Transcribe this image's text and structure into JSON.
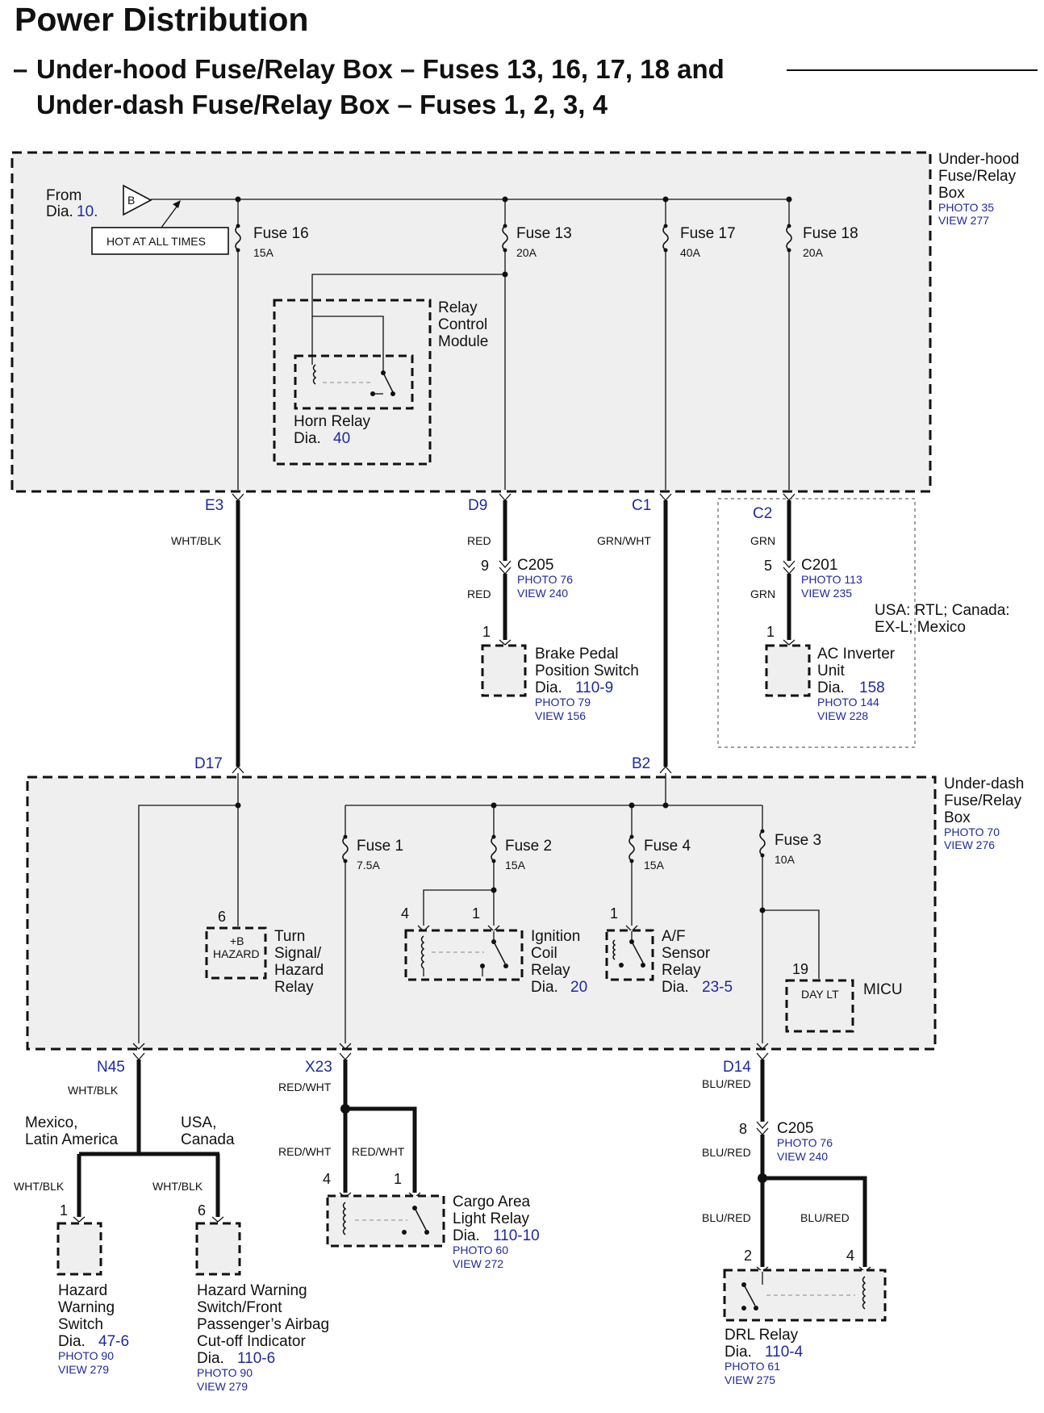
{
  "title": "Power Distribution",
  "subtitle": {
    "dash": "–",
    "line1": "Under-hood Fuse/Relay Box – Fuses 13, 16, 17, 18 and",
    "line2": "Under-dash Fuse/Relay Box – Fuses 1, 2, 3, 4"
  },
  "from": {
    "label": "From",
    "dia": "Dia.",
    "dia_num": "10.",
    "terminal": "B",
    "note": "HOT AT ALL TIMES"
  },
  "underhood_box": {
    "l1": "Under-hood",
    "l2": "Fuse/Relay",
    "l3": "Box",
    "photo": "PHOTO 35",
    "view": "VIEW 277"
  },
  "underdash_box": {
    "l1": "Under-dash",
    "l2": "Fuse/Relay",
    "l3": "Box",
    "photo": "PHOTO 70",
    "view": "VIEW 276"
  },
  "fuses": {
    "f16": {
      "name": "Fuse 16",
      "amp": "15A"
    },
    "f13": {
      "name": "Fuse 13",
      "amp": "20A"
    },
    "f17": {
      "name": "Fuse 17",
      "amp": "40A"
    },
    "f18": {
      "name": "Fuse 18",
      "amp": "20A"
    },
    "f1": {
      "name": "Fuse 1",
      "amp": "7.5A"
    },
    "f2": {
      "name": "Fuse 2",
      "amp": "15A"
    },
    "f4": {
      "name": "Fuse 4",
      "amp": "15A"
    },
    "f3": {
      "name": "Fuse 3",
      "amp": "10A"
    }
  },
  "relay_control": {
    "l1": "Relay",
    "l2": "Control",
    "l3": "Module"
  },
  "horn_relay": {
    "name": "Horn Relay",
    "dia": "Dia.",
    "num": "40"
  },
  "terminals": {
    "e3": "E3",
    "d9": "D9",
    "c1": "C1",
    "c2": "C2",
    "d17": "D17",
    "b2": "B2",
    "n45": "N45",
    "x23": "X23",
    "d14": "D14"
  },
  "wires": {
    "wht_blk": "WHT/BLK",
    "red": "RED",
    "grn_wht": "GRN/WHT",
    "grn": "GRN",
    "red_wht": "RED/WHT",
    "blu_red": "BLU/RED"
  },
  "connectors": {
    "c205a": {
      "name": "C205",
      "pin": "9",
      "photo": "PHOTO 76",
      "view": "VIEW 240"
    },
    "c201": {
      "name": "C201",
      "pin": "5",
      "photo": "PHOTO 113",
      "view": "VIEW 235"
    },
    "c205b": {
      "name": "C205",
      "pin": "8",
      "photo": "PHOTO 76",
      "view": "VIEW 240"
    }
  },
  "brake_switch": {
    "pin": "1",
    "l1": "Brake Pedal",
    "l2": "Position Switch",
    "dia": "Dia.",
    "num": "110-9",
    "photo": "PHOTO 79",
    "view": "VIEW 156"
  },
  "ac_inverter": {
    "pin": "1",
    "l1": "AC Inverter",
    "l2": "Unit",
    "dia": "Dia.",
    "num": "158",
    "photo": "PHOTO 144",
    "view": "VIEW 228"
  },
  "option_note": {
    "l1": "USA: RTL; Canada:",
    "l2": "EX-L; Mexico"
  },
  "turn_hazard": {
    "pin": "6",
    "b1": "+B",
    "b2": "HAZARD",
    "l1": "Turn",
    "l2": "Signal/",
    "l3": "Hazard",
    "l4": "Relay"
  },
  "ignition_relay": {
    "pin_a": "4",
    "pin_b": "1",
    "l1": "Ignition",
    "l2": "Coil",
    "l3": "Relay",
    "dia": "Dia.",
    "num": "20"
  },
  "af_relay": {
    "pin": "1",
    "l1": "A/F",
    "l2": "Sensor",
    "l3": "Relay",
    "dia": "Dia.",
    "num": "23-5"
  },
  "micu": {
    "pin": "19",
    "inner": "DAY LT",
    "name": "MICU"
  },
  "regions": {
    "mexico_1": "Mexico,",
    "mexico_2": "Latin America",
    "usa_1": "USA,",
    "usa_2": "Canada"
  },
  "hazard_switch": {
    "pin": "1",
    "l1": "Hazard",
    "l2": "Warning",
    "l3": "Switch",
    "dia": "Dia.",
    "num": "47-6",
    "photo": "PHOTO 90",
    "view": "VIEW 279"
  },
  "hazard_switch_front": {
    "pin": "6",
    "l1": "Hazard Warning",
    "l2": "Switch/Front",
    "l3": "Passenger’s Airbag",
    "l4": "Cut-off Indicator",
    "dia": "Dia.",
    "num": "110-6",
    "photo": "PHOTO 90",
    "view": "VIEW 279"
  },
  "cargo_relay": {
    "pin_a": "4",
    "pin_b": "1",
    "l1": "Cargo Area",
    "l2": "Light Relay",
    "dia": "Dia.",
    "num": "110-10",
    "photo": "PHOTO 60",
    "view": "VIEW 272"
  },
  "drl_relay": {
    "pin_a": "2",
    "pin_b": "4",
    "name": "DRL Relay",
    "dia": "Dia.",
    "num": "110-4",
    "photo": "PHOTO 61",
    "view": "VIEW 275"
  }
}
